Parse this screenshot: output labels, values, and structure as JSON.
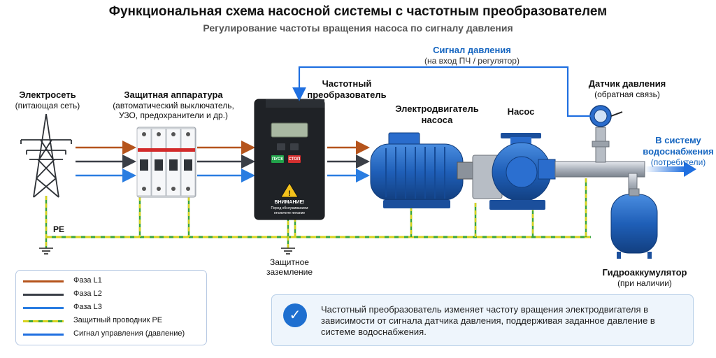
{
  "title": "Функциональная схема насосной системы с частотным преобразователем",
  "subtitle": "Регулирование частоты вращения насоса по сигналу давления",
  "components": {
    "grid": {
      "name": "Электросеть",
      "sub": "(питающая сеть)"
    },
    "protection": {
      "name": "Защитная аппаратура",
      "sub1": "(автоматический выключатель,",
      "sub2": "УЗО, предохранители и др.)"
    },
    "vfd": {
      "name1": "Частотный",
      "name2": "преобразователь",
      "btn_start": "ПУСК",
      "btn_stop": "СТОП",
      "warn1": "ВНИМАНИЕ!",
      "warn2": "Перед обслуживанием",
      "warn3": "отключите питание"
    },
    "motor": {
      "name1": "Электродвигатель",
      "name2": "насоса"
    },
    "pump": {
      "name": "Насос"
    },
    "sensor": {
      "name": "Датчик давления",
      "sub": "(обратная связь)"
    },
    "signal": {
      "name": "Сигнал давления",
      "sub": "(на вход ПЧ / регулятор)"
    },
    "outlet": {
      "name1": "В систему",
      "name2": "водоснабжения",
      "sub": "(потребители)"
    },
    "accumulator": {
      "name": "Гидроаккумулятор",
      "sub": "(при наличии)"
    },
    "ground": {
      "pe_label": "PE",
      "name1": "Защитное",
      "name2": "заземление"
    }
  },
  "legend": [
    {
      "label": "Фаза L1",
      "color": "#b5541c"
    },
    {
      "label": "Фаза L2",
      "color": "#3a3f47"
    },
    {
      "label": "Фаза L3",
      "color": "#2a7de1"
    },
    {
      "label": "Защитный проводник PE",
      "color": "#c8c51e"
    },
    {
      "label": "Сигнал управления (давление)",
      "color": "#1f6fe0"
    }
  ],
  "note": "Частотный преобразователь изменяет частоту вращения электродвигателя в зависимости от сигнала датчика давления, поддерживая заданное давление в системе водоснабжения.",
  "colors": {
    "l1": "#b5541c",
    "l2": "#3a3f47",
    "l3": "#2a7de1",
    "pe_yellow": "#c8c51e",
    "pe_green": "#3aa53a",
    "signal": "#1f6fe0",
    "equipment_blue": "#1f5fb8"
  }
}
